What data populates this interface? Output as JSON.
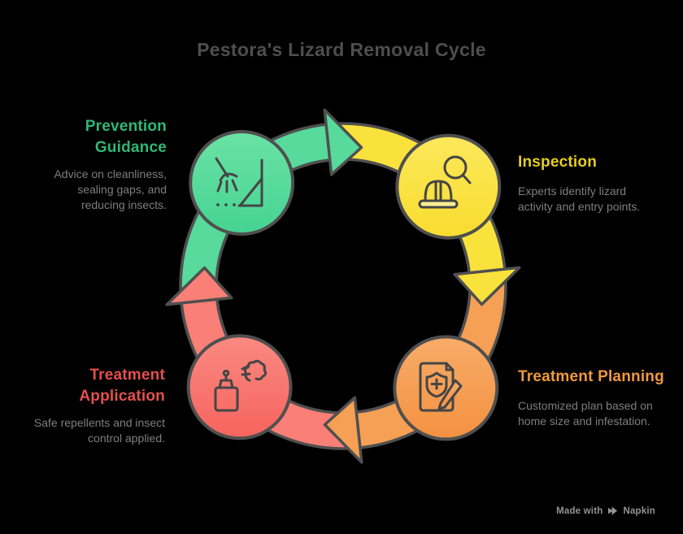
{
  "title": "Pestora's Lizard Removal Cycle",
  "colors": {
    "background": "#000000",
    "outline": "#4f4f4f",
    "title": "#4e4e4e",
    "body_text": "#7e7e7e",
    "watermark": "#949494",
    "icon_stroke": "#454545"
  },
  "stages": [
    {
      "id": "inspection",
      "label": "Inspection",
      "description": "Experts identify lizard activity and entry points.",
      "heading_color": "#e5ce20",
      "circle_light": "#fce85c",
      "circle_dark": "#f8dd2e",
      "band_color": "#f9e23c",
      "icon": "hard-hat-magnifier-icon"
    },
    {
      "id": "treatment-planning",
      "label": "Treatment Planning",
      "description": "Customized plan based on home size and infestation.",
      "heading_color": "#ef9a3d",
      "circle_light": "#f8ac69",
      "circle_dark": "#f39140",
      "band_color": "#f5a055",
      "icon": "document-shield-pencil-icon"
    },
    {
      "id": "treatment-application",
      "label": "Treatment Application",
      "description": "Safe repellents and insect control applied.",
      "heading_color": "#e4504d",
      "circle_light": "#fa8a82",
      "circle_dark": "#f6645e",
      "band_color": "#f97f77",
      "icon": "spray-bottle-icon"
    },
    {
      "id": "prevention-guidance",
      "label": "Prevention Guidance",
      "description": "Advice on cleanliness, sealing gaps, and reducing insects.",
      "heading_color": "#2eb877",
      "circle_light": "#6be2a5",
      "circle_dark": "#45d493",
      "band_color": "#57da9b",
      "icon": "broom-sweeping-icon"
    }
  ],
  "watermark": {
    "prefix": "Made with",
    "brand": "Napkin",
    "logo": "napkin-logo-icon"
  }
}
